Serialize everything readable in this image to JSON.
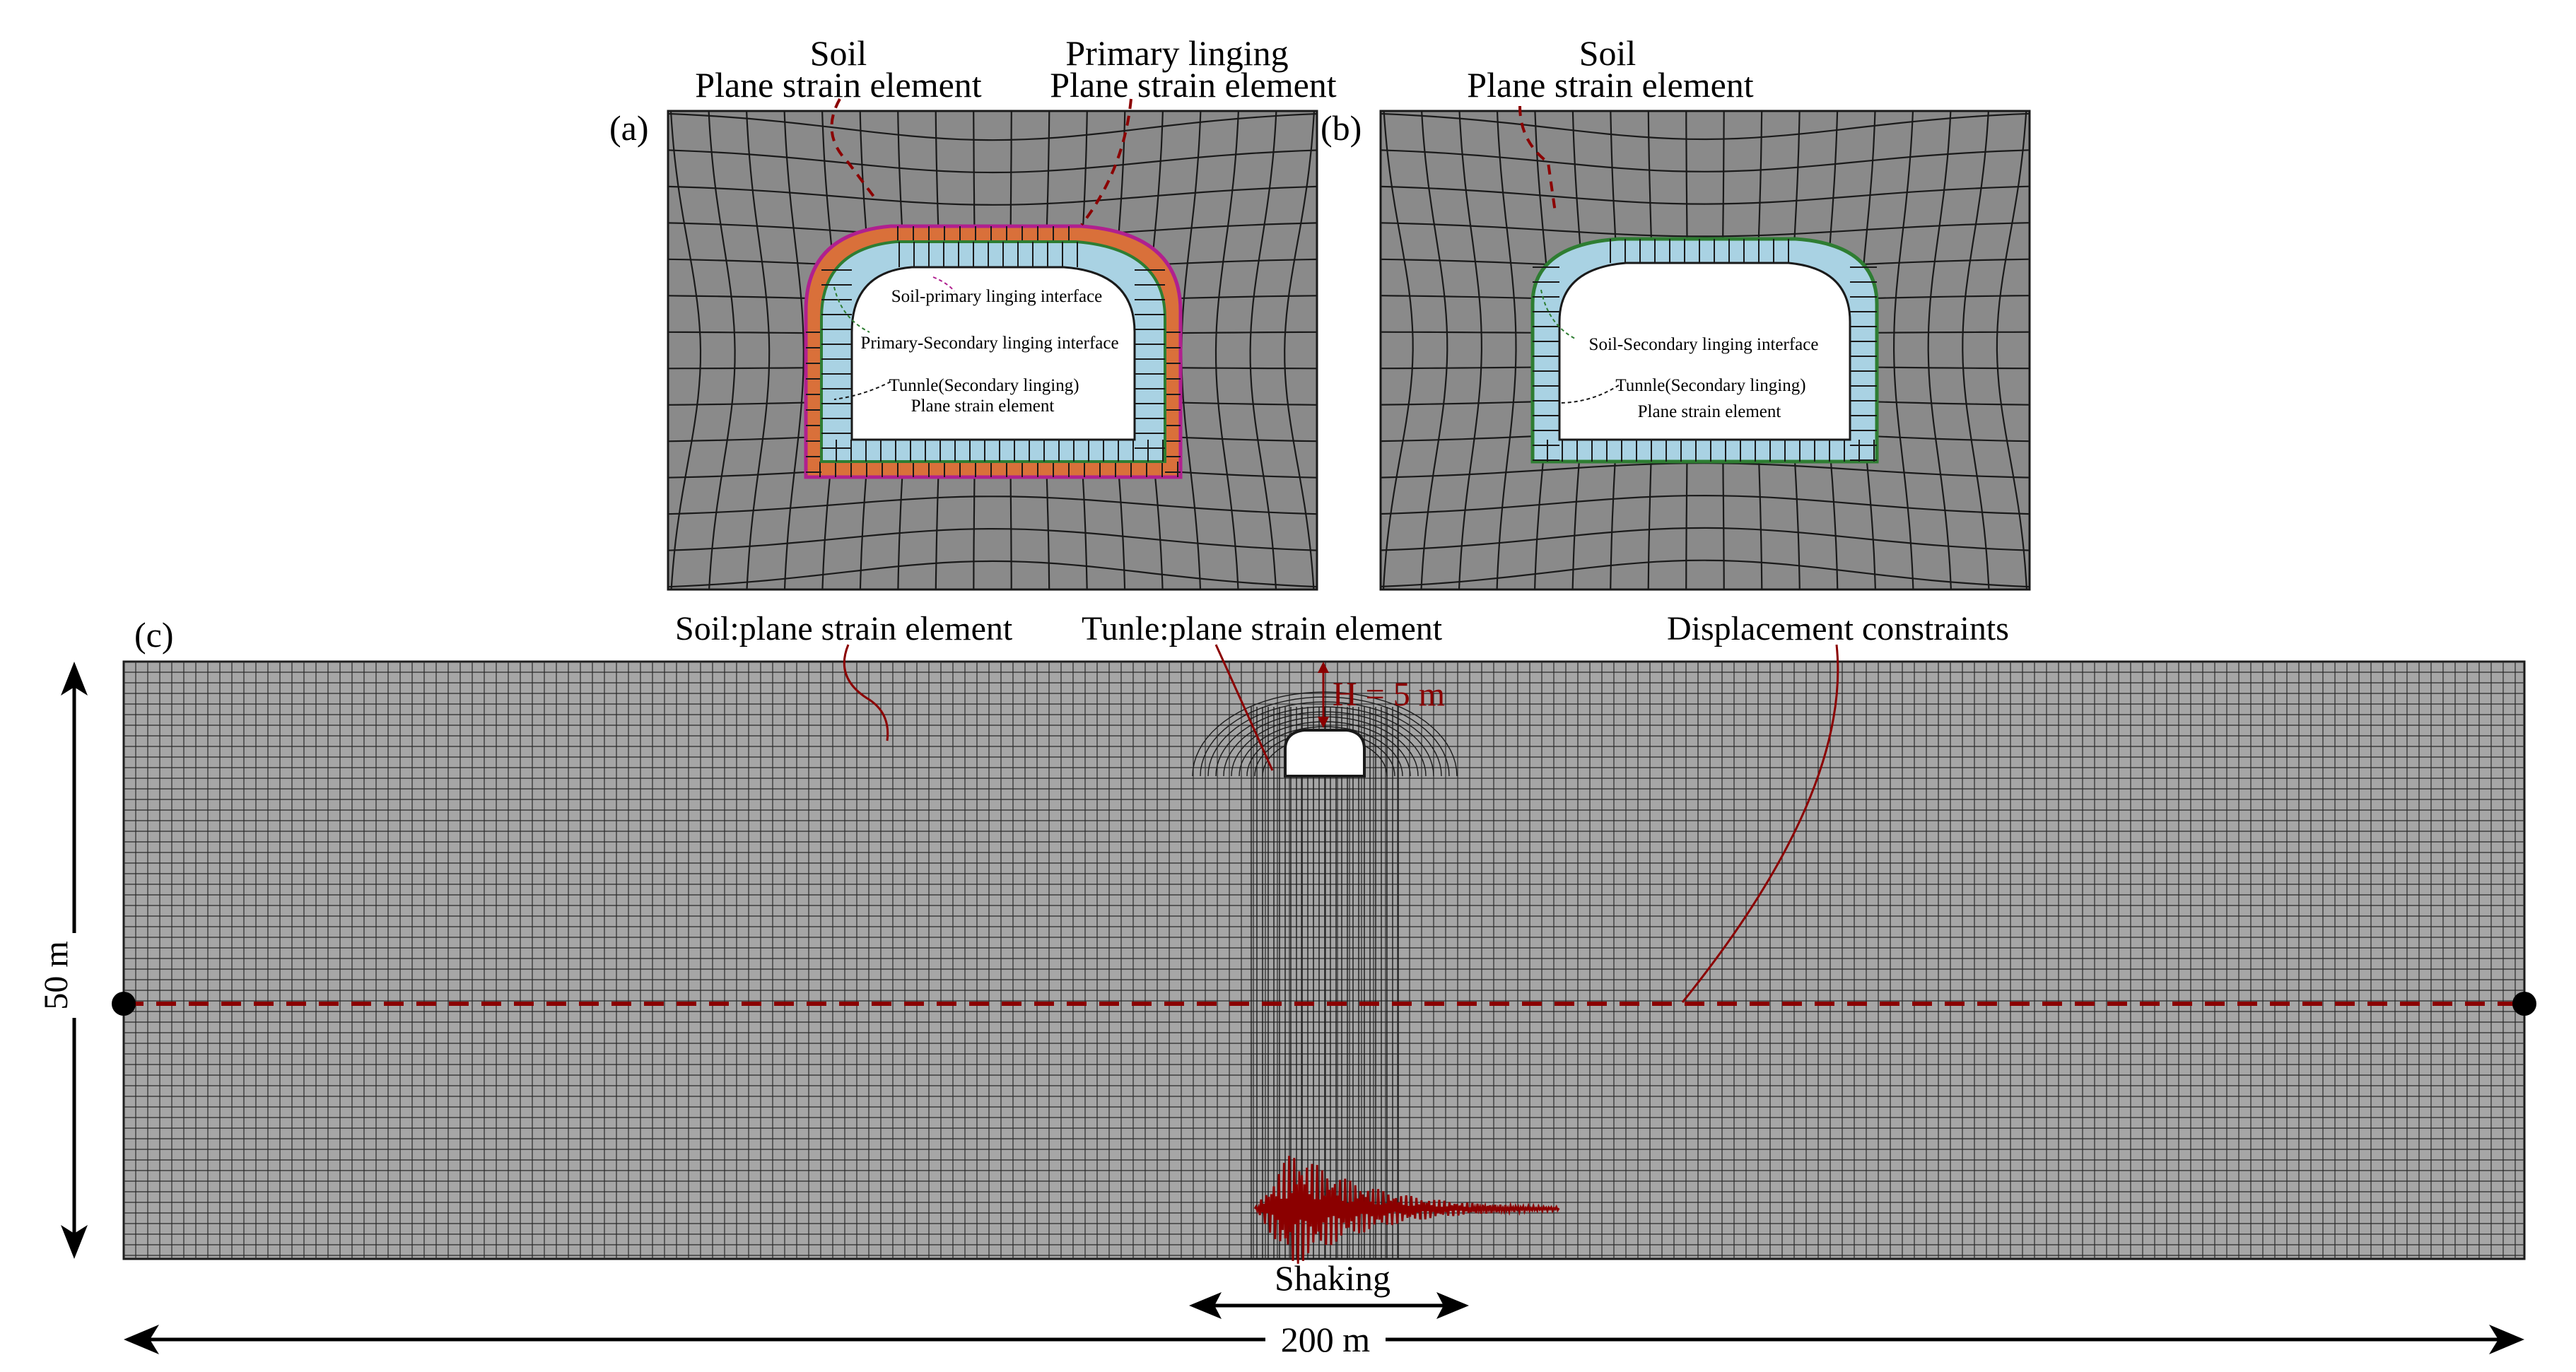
{
  "panel_a": {
    "tag": "(a)",
    "soil_title": "Soil",
    "soil_subtitle": "Plane strain element",
    "primary_title": "Primary linging",
    "primary_subtitle": "Plane strain element",
    "interface_outer": "Soil-primary linging interface",
    "interface_inner": "Primary-Secondary linging interface",
    "tunnel_line1": "Tunnle(Secondary linging)",
    "tunnel_line2": "Plane strain element"
  },
  "panel_b": {
    "tag": "(b)",
    "soil_title": "Soil",
    "soil_subtitle": "Plane strain element",
    "interface": "Soil-Secondary linging interface",
    "tunnel_line1": "Tunnle(Secondary linging)",
    "tunnel_line2": "Plane strain element"
  },
  "panel_c": {
    "tag": "(c)",
    "soil_label": "Soil:plane strain element",
    "tunnel_label": "Tunle:plane strain element",
    "constraints_label": "Displacement constraints",
    "depth_label": "H = 5 m",
    "height_label": "50 m",
    "width_label": "200 m",
    "shaking_label": "Shaking"
  },
  "colors": {
    "mesh_fill": "#8a8a8a",
    "mesh_line": "#1a1a1a",
    "primary_lining": "#d9703a",
    "secondary_lining": "#a9d2e3",
    "interface_outer": "#b0208f",
    "interface_inner": "#2e7d32",
    "accent_red": "#8b0000"
  }
}
